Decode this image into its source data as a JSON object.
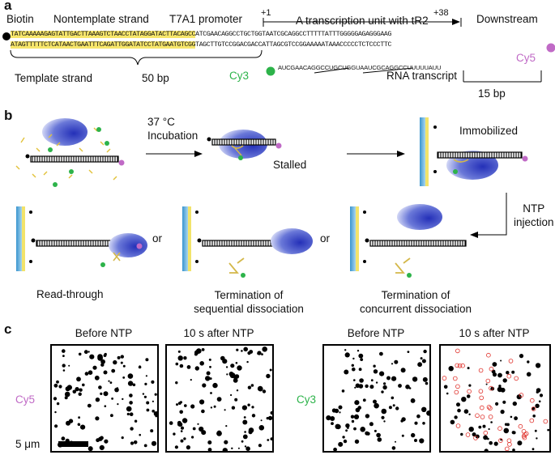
{
  "panel_a": {
    "letter": "a",
    "labels": {
      "biotin": "Biotin",
      "nontemplate": "Nontemplate strand",
      "promoter": "T7A1 promoter",
      "plus1": "+1",
      "unit": "A transcription unit with tR2",
      "plus38": "+38",
      "downstream": "Downstream",
      "template": "Template strand",
      "bp50": "50 bp",
      "cy3": "Cy3",
      "cy5": "Cy5",
      "rna": "RNA transcript",
      "bp15": "15 bp"
    },
    "seq_top_promoter": "TATCAAAAAGAGTATTGACTTAAAGTCTAACCTATAGGATACTTACAGCC",
    "seq_top_rest": "ATCGAACAGGCCTGCTGGTAATCGCAGGCCTTTTTATTTGGGGGAGAGGGAAG",
    "seq_bottom_promoter": "ATAGTTTTTCTCATAACTGAATTTCAGATTGGATATCCTATGAATGTCGG",
    "seq_bottom_rest": "TAGCTTGTCCGGACGACCATTAGCGTCCGGAAAAATAAACCCCCTCTCCCTTC",
    "rna_seq": "AUCGAACAGGCCUGCUGGUAAUCGCAGGCCUUUUUAUU",
    "colors": {
      "biotin": "#000000",
      "cy3": "#2db34a",
      "cy5": "#c06ac6",
      "highlight": "#f7e66b"
    }
  },
  "panel_b": {
    "letter": "b",
    "labels": {
      "incubation": "37 °C\nIncubation",
      "stalled": "Stalled",
      "immobilized": "Immobilized",
      "ntp_injection": "NTP\ninjection",
      "or1": "or",
      "or2": "or",
      "readthrough": "Read-through",
      "term_seq": "Termination of\nsequential dissociation",
      "term_conc": "Termination of\nconcurrent dissociation"
    },
    "colors": {
      "polymerase": "#2a3cc0",
      "surface": "#4aa8d8",
      "pillar": "#f2e36a",
      "rna": "#d4b84a"
    }
  },
  "panel_c": {
    "letter": "c",
    "titles": [
      "Before NTP",
      "10 s after NTP",
      "Before NTP",
      "10 s after NTP"
    ],
    "channel_left": "Cy5",
    "channel_right": "Cy3",
    "scalebar": "5 μm"
  }
}
